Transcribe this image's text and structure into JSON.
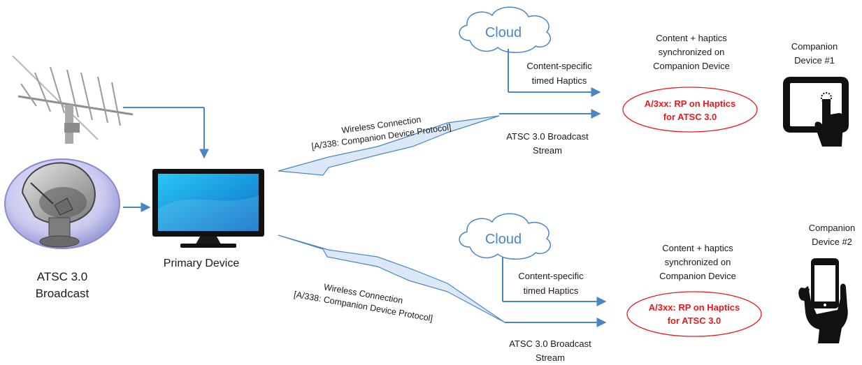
{
  "broadcast": {
    "line1": "ATSC 3.0",
    "line2": "Broadcast"
  },
  "primary_device": {
    "label": "Primary Device"
  },
  "top": {
    "cloud": "Cloud",
    "haptics_line1": "Content-specific",
    "haptics_line2": "timed Haptics",
    "wireless_line1": "Wireless Connection",
    "wireless_line2": "[A/338: Companion Device Protocol]",
    "stream_line1": "ATSC 3.0 Broadcast",
    "stream_line2": "Stream",
    "sync_line1": "Content + haptics",
    "sync_line2": "synchronized on",
    "sync_line3": "Companion Device",
    "rp_line1": "A/3xx: RP on Haptics",
    "rp_line2": "for ATSC 3.0",
    "device_line1": "Companion",
    "device_line2": "Device #1"
  },
  "bottom": {
    "cloud": "Cloud",
    "haptics_line1": "Content-specific",
    "haptics_line2": "timed Haptics",
    "wireless_line1": "Wireless Connection",
    "wireless_line2": "[A/338: Companion Device Protocol]",
    "stream_line1": "ATSC 3.0 Broadcast",
    "stream_line2": "Stream",
    "sync_line1": "Content + haptics",
    "sync_line2": "synchronized on",
    "sync_line3": "Companion Device",
    "rp_line1": "A/3xx: RP on Haptics",
    "rp_line2": "for ATSC 3.0",
    "device_line1": "Companion",
    "device_line2": "Device #2"
  },
  "colors": {
    "arrow": "#4a86c5",
    "cloud_text": "#4a86c5",
    "rp_text": "#e8191c",
    "wireless_fill": "#dbe9f7",
    "wireless_stroke": "#4a86c5"
  }
}
